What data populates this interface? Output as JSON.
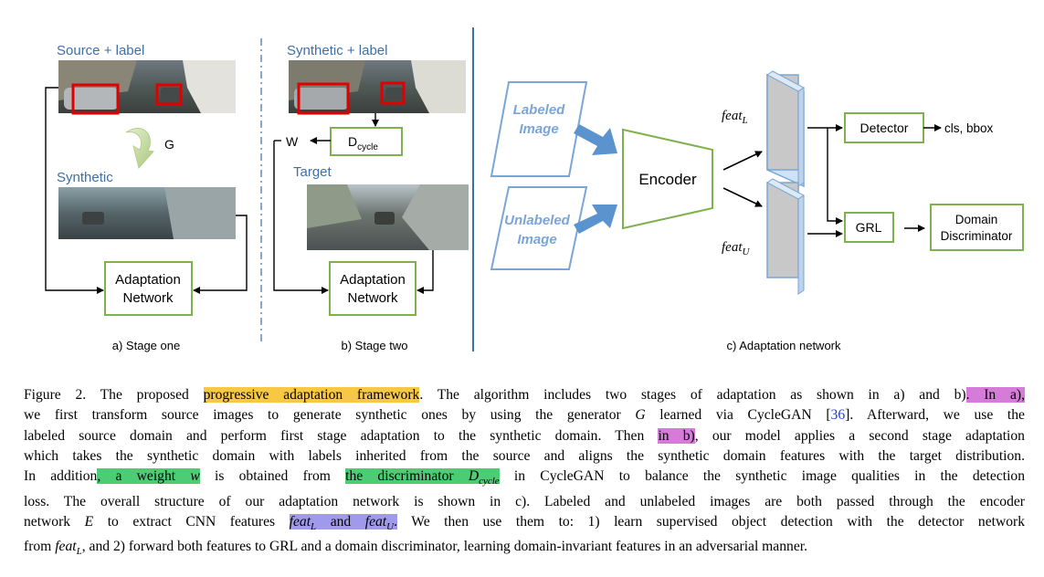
{
  "panel_a": {
    "source_label": "Source + label",
    "generator_label": "G",
    "synthetic_label": "Synthetic",
    "box_line1": "Adaptation",
    "box_line2": "Network",
    "caption": "a) Stage one"
  },
  "panel_b": {
    "synthetic_label": "Synthetic + label",
    "dcycle_main": "D",
    "dcycle_sub": "cycle",
    "w_label": "W",
    "target_label": "Target",
    "box_line1": "Adaptation",
    "box_line2": "Network",
    "caption": "b) Stage two"
  },
  "panel_c": {
    "labeled_line1": "Labeled",
    "labeled_line2": "Image",
    "unlabeled_line1": "Unlabeled",
    "unlabeled_line2": "Image",
    "encoder": "Encoder",
    "feat_main": "feat",
    "feat_sub_l": "L",
    "feat_sub_u": "U",
    "detector": "Detector",
    "detector_output": "cls, bbox",
    "grl": "GRL",
    "disc_line1": "Domain",
    "disc_line2": "Discriminator",
    "caption": "c) Adaptation network"
  },
  "caption": {
    "l1_a": "Figure 2.   The proposed ",
    "l1_hl": "progressive adaptation framework",
    "l1_b": ". The algorithm includes two stages of adaptation as shown in a) and b)",
    "l1_hl2": ". In a),",
    "l2_a": "we first transform source images to generate synthetic ones by using the generator ",
    "l2_G": "G",
    "l2_b": " learned via CycleGAN [",
    "l2_ref": "36",
    "l2_c": "]. Afterward, we use the",
    "l3_a": "labeled source domain and perform first stage adaptation to the synthetic domain. Then ",
    "l3_hl": "in b)",
    "l3_b": ", our model applies a second stage adaptation",
    "l4": "which takes the synthetic domain with labels inherited from the source and aligns the synthetic domain features with the target distribution.",
    "l5_a": "In addition",
    "l5_hl1": ", a weight ",
    "l5_w": "w",
    "l5_b": " is obtained from ",
    "l5_hl2": "the discriminator ",
    "l5_D": "D",
    "l5_Dsub": "cycle",
    "l5_c": " in CycleGAN to balance the synthetic image qualities in the detection",
    "l6": "loss. The overall structure of our adaptation network is shown in c). Labeled and unlabeled images are both passed through the encoder",
    "l7_a": "network ",
    "l7_E": "E",
    "l7_b": " to extract CNN features ",
    "l7_feat": "feat",
    "l7_subL": "L",
    "l7_and": " and ",
    "l7_subU": "U",
    "l7_c": ".",
    "l7_d": " We then use them to: 1) learn supervised object detection with the detector network",
    "l8_a": "from ",
    "l8_feat": "feat",
    "l8_sub": "L",
    "l8_b": ", and 2) forward both features to GRL and a domain discriminator, learning domain-invariant features in an adversarial manner."
  }
}
